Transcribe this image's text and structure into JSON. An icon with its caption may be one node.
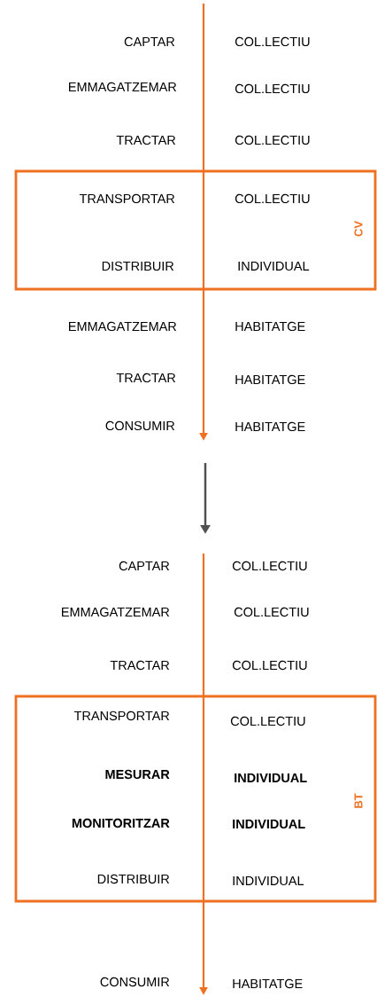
{
  "diagram": {
    "nodes": [
      {
        "text": [
          "CV"
        ]
      },
      {
        "text": [
          "BT"
        ]
      }
    ],
    "labels": [
      "CAPTAR",
      "COL.LECTIU",
      "EMMAGATZEMAR",
      "COL.LECTIU",
      "TRACTAR",
      "COL.LECTIU",
      "TRANSPORTAR",
      "COL.LECTIU",
      "DISTRIBUIR",
      "INDIVIDUAL",
      "EMMAGATZEMAR",
      "HABITATGE",
      "TRACTAR",
      "HABITATGE",
      "CONSUMIR",
      "HABITATGE",
      "CAPTAR",
      "COL.LECTIU",
      "EMMAGATZEMAR",
      "COL.LECTIU",
      "TRACTAR",
      "COL.LECTIU",
      "TRANSPORTAR",
      "COL.LECTIU",
      "MESURAR",
      "INDIVIDUAL",
      "MONITORITZAR",
      "INDIVIDUAL",
      "DISTRIBUIR",
      "INDIVIDUAL",
      "CONSUMIR",
      "HABITATGE"
    ]
  }
}
